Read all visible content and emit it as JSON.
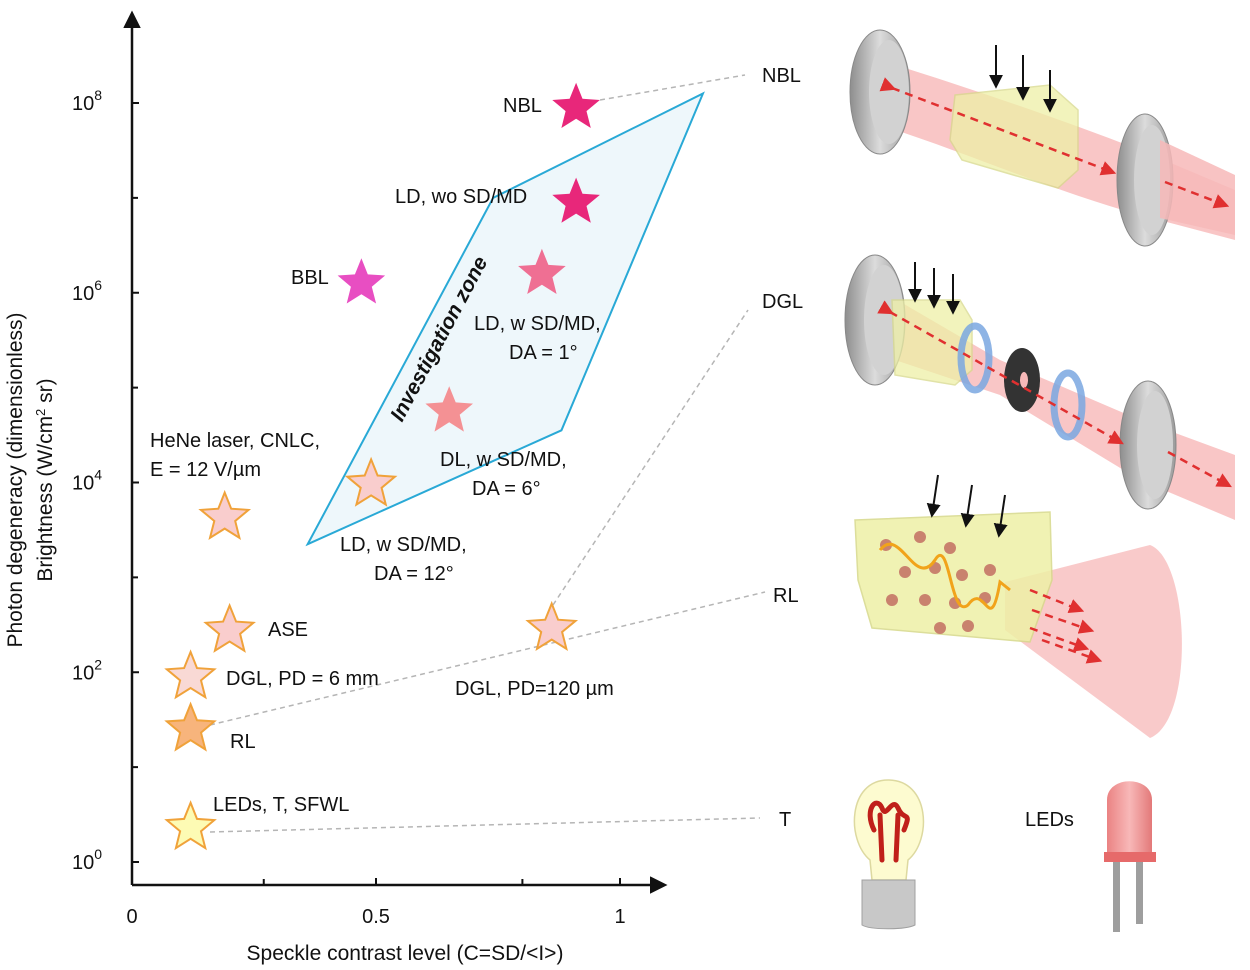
{
  "chart_data": {
    "type": "scatter",
    "xlabel": "Speckle contrast level (C=SD/<I>)",
    "ylabel": [
      "Photon degeneracy (dimensionless)",
      "Brightness (W/cm² sr)"
    ],
    "xlim": [
      0,
      1.1
    ],
    "ylim": [
      0,
      9
    ],
    "yscale": "log",
    "grid": false,
    "x_ticks": [
      {
        "value": 0,
        "label": "0"
      },
      {
        "value": 0.5,
        "label": "0.5"
      },
      {
        "value": 1,
        "label": "1"
      }
    ],
    "y_ticks": [
      {
        "value": 0,
        "base": "10",
        "exp": "0"
      },
      {
        "value": 2,
        "base": "10",
        "exp": "2"
      },
      {
        "value": 4,
        "base": "10",
        "exp": "4"
      },
      {
        "value": 6,
        "base": "10",
        "exp": "6"
      },
      {
        "value": 8,
        "base": "10",
        "exp": "8"
      }
    ],
    "points": [
      {
        "label": "NBL",
        "x": 0.91,
        "y": 7.95,
        "color": "#e8277a",
        "outline": false
      },
      {
        "label": "LD, wo SD/MD",
        "x": 0.91,
        "y": 6.95,
        "color": "#e8277a",
        "outline": false
      },
      {
        "label": "BBL",
        "x": 0.47,
        "y": 6.1,
        "color": "#e84ec2",
        "outline": false
      },
      {
        "label": "LD, w SD/MD, DA = 1°",
        "x": 0.84,
        "y": 6.2,
        "color": "#ef6f93",
        "outline": false
      },
      {
        "label": "",
        "x": 0.65,
        "y": 4.75,
        "color": "#f49194",
        "outline": false
      },
      {
        "label": "LD, w SD/MD, DA = 12°",
        "x": 0.49,
        "y": 3.98,
        "color": "#f9cdcd",
        "outline": true
      },
      {
        "label": "HeNe laser, CNLC, E = 12 V/µm",
        "x": 0.19,
        "y": 3.63,
        "color": "#f9cdcd",
        "outline": true
      },
      {
        "label": "ASE",
        "x": 0.2,
        "y": 2.44,
        "color": "#f9cdcd",
        "outline": true
      },
      {
        "label": "DGL, PD = 6 mm",
        "x": 0.12,
        "y": 1.95,
        "color": "#f9d9d5",
        "outline": true
      },
      {
        "label": "RL",
        "x": 0.12,
        "y": 1.4,
        "color": "#f7b47c",
        "outline": true
      },
      {
        "label": "DGL, PD=120 µm",
        "x": 0.86,
        "y": 2.46,
        "color": "#f9cdcd",
        "outline": true
      },
      {
        "label": "LEDs, T, SFWL",
        "x": 0.12,
        "y": 0.36,
        "color": "#fdfbb4",
        "outline": true
      }
    ],
    "annotations": [
      {
        "label": "DL, w SD/MD, DA = 6°"
      },
      {
        "label": "Investigation zone"
      }
    ],
    "region": [
      {
        "x": 0.36,
        "y": 3.35
      },
      {
        "x": 0.88,
        "y": 4.55
      },
      {
        "x": 1.17,
        "y": 8.1
      },
      {
        "x": 0.74,
        "y": 7.0
      }
    ],
    "zone_label": "Investigation zone"
  },
  "labels": {
    "nbl": "NBL",
    "ld_wo_1": "LD, wo SD/MD",
    "bbl": "BBL",
    "ld_w_1_a": "LD, w SD/MD,",
    "ld_w_1_b": "DA = 1°",
    "dl_6_a": "DL, w SD/MD,",
    "dl_6_b": "DA = 6°",
    "ld_12_a": "LD, w SD/MD,",
    "ld_12_b": "DA = 12°",
    "hene_a": "HeNe laser, CNLC,",
    "hene_b": "E = 12 V/µm",
    "ase": "ASE",
    "dgl6": "DGL, PD = 6 mm",
    "rl": "RL",
    "dgl120": "DGL, PD=120 µm",
    "leds": "LEDs, T, SFWL"
  },
  "schematics": {
    "nbl": "NBL",
    "dgl": "DGL",
    "rl": "RL",
    "t": "T",
    "leds": "LEDs"
  },
  "colors": {
    "zone_stroke": "#29a9d6",
    "zone_fill": "#eef7fb",
    "laser_beam": "#f7b5b5",
    "gain_block": "#eef0a6",
    "arrow_red": "#e03030",
    "mirror": "#bdbdbd"
  }
}
